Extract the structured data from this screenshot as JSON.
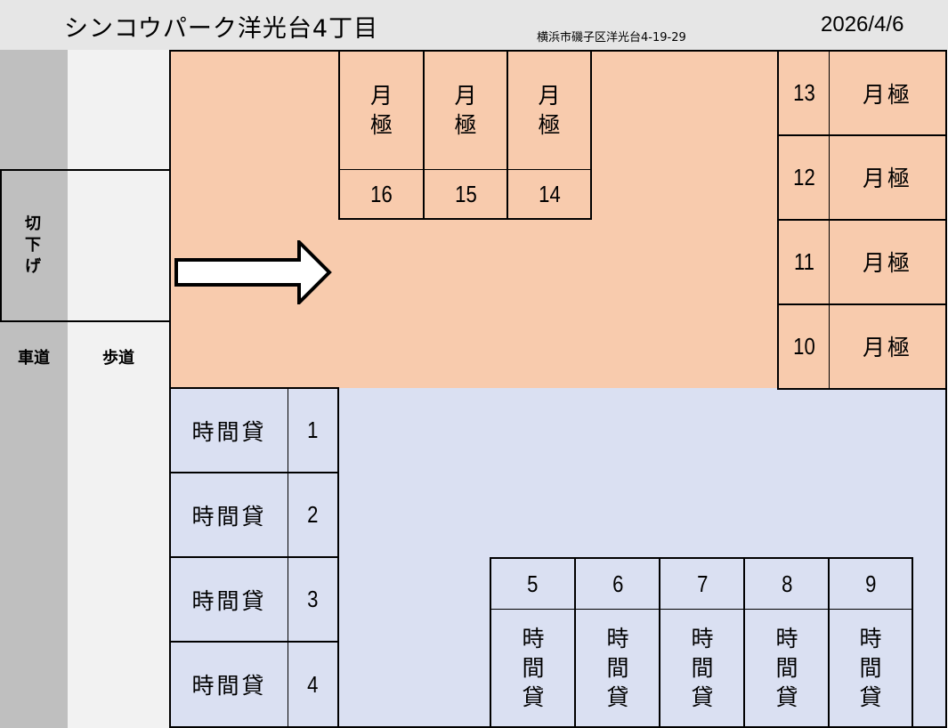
{
  "header": {
    "title": "シンコウパーク洋光台4丁目",
    "address": "横浜市磯子区洋光台4-19-29",
    "date": "2026/4/6"
  },
  "colors": {
    "header_bg": "#e6e6e6",
    "road": "#bfbfbf",
    "sidewalk": "#f2f2f2",
    "monthly_zone": "#f8cbad",
    "hourly_zone": "#dae0f2",
    "border": "#000000"
  },
  "street": {
    "road_label": "車道",
    "sidewalk_label": "歩道",
    "curb_cut_label": "切\n下\nげ",
    "curb_cut_chars": [
      "切",
      "下",
      "げ"
    ]
  },
  "entrance": {
    "icon": "arrow-right-icon"
  },
  "monthly_top": [
    {
      "number": "16",
      "type_chars": [
        "月",
        "極"
      ]
    },
    {
      "number": "15",
      "type_chars": [
        "月",
        "極"
      ]
    },
    {
      "number": "14",
      "type_chars": [
        "月",
        "極"
      ]
    }
  ],
  "monthly_right": [
    {
      "number": "13",
      "type": "月極"
    },
    {
      "number": "12",
      "type": "月極"
    },
    {
      "number": "11",
      "type": "月極"
    },
    {
      "number": "10",
      "type": "月極"
    }
  ],
  "hourly_left": [
    {
      "number": "1",
      "type": "時間貸"
    },
    {
      "number": "2",
      "type": "時間貸"
    },
    {
      "number": "3",
      "type": "時間貸"
    },
    {
      "number": "4",
      "type": "時間貸"
    }
  ],
  "hourly_bottom": [
    {
      "number": "5",
      "type_chars": [
        "時",
        "間",
        "貸"
      ]
    },
    {
      "number": "6",
      "type_chars": [
        "時",
        "間",
        "貸"
      ]
    },
    {
      "number": "7",
      "type_chars": [
        "時",
        "間",
        "貸"
      ]
    },
    {
      "number": "8",
      "type_chars": [
        "時",
        "間",
        "貸"
      ]
    },
    {
      "number": "9",
      "type_chars": [
        "時",
        "間",
        "貸"
      ]
    }
  ]
}
